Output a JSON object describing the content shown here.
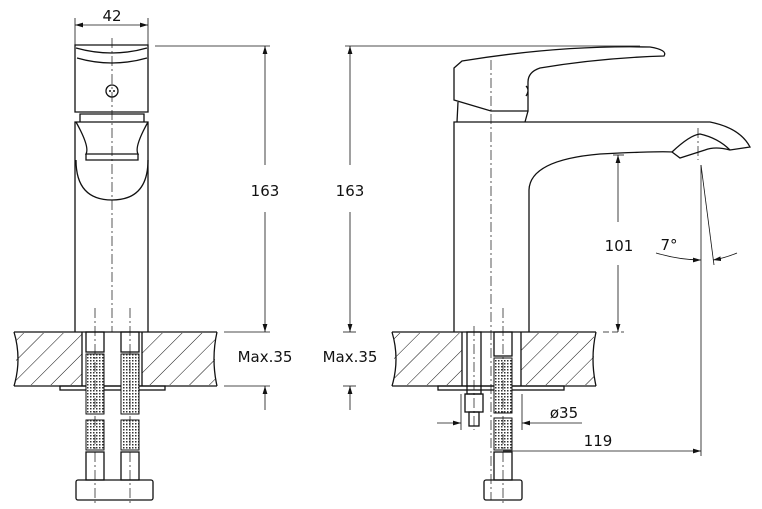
{
  "drawing": {
    "front_view": {
      "width_label": "42",
      "height_label": "163",
      "countertop_label": "Max.35"
    },
    "side_view": {
      "height_label": "163",
      "countertop_label": "Max.35",
      "spout_clearance_label": "101",
      "angle_label": "7°",
      "hole_diameter_label": "ø35",
      "spout_reach_label": "119"
    }
  }
}
